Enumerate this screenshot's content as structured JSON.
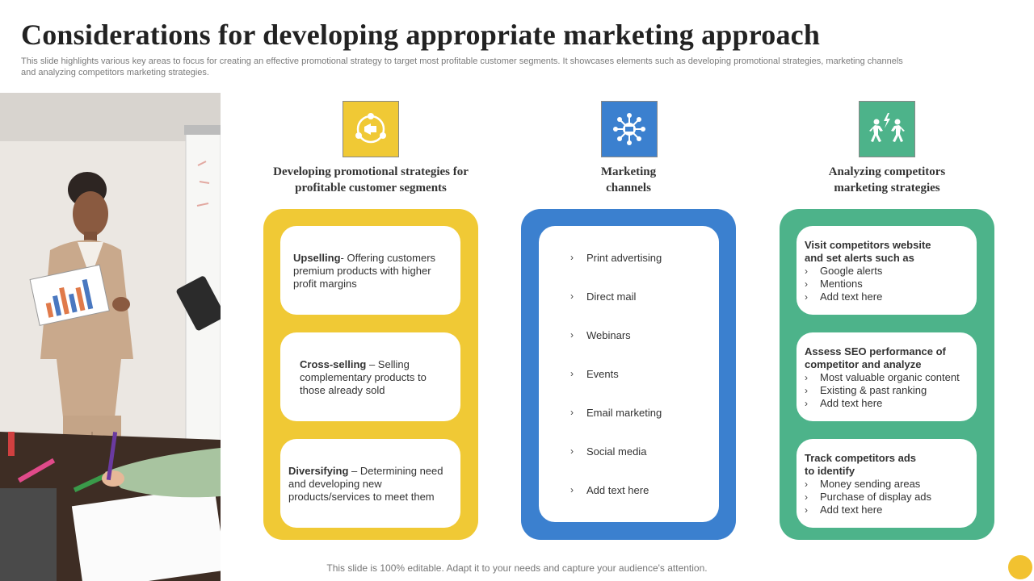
{
  "header": {
    "title": "Considerations for developing appropriate marketing approach",
    "subtitle": "This slide highlights various key areas to focus for creating an effective promotional strategy to target most profitable customer segments. It showcases elements such as developing promotional strategies, marketing channels and analyzing competitors marketing strategies."
  },
  "columns": {
    "promo": {
      "heading_line1": "Developing promotional  strategies for",
      "heading_line2": "profitable  customer  segments",
      "icon": "megaphone-cycle-icon",
      "color": "#f0c935",
      "cards": [
        {
          "bold": "Upselling",
          "text": "- Offering customers premium products with higher profit margins"
        },
        {
          "bold": "Cross-selling ",
          "text": " – Selling complementary products to those already sold"
        },
        {
          "bold": "Diversifying ",
          "text": "– Determining need and developing  new products/services  to meet them"
        }
      ]
    },
    "channels": {
      "heading_line1": "Marketing",
      "heading_line2": "channels",
      "icon": "network-hub-icon",
      "color": "#3b80cf",
      "items": [
        "Print advertising",
        "Direct mail",
        "Webinars",
        "Events",
        "Email marketing",
        "Social media",
        "Add text here"
      ]
    },
    "competitors": {
      "heading_line1": "Analyzing  competitors",
      "heading_line2": "marketing  strategies",
      "icon": "competitors-conflict-icon",
      "color": "#4db38a",
      "cards": [
        {
          "title_line1": "Visit competitors website",
          "title_line2": "and set alerts such  as",
          "bullets": [
            "Google alerts",
            "Mentions",
            "Add text here"
          ]
        },
        {
          "title_line1": "Assess  SEO performance of",
          "title_line2": "competitor and analyze",
          "bullets": [
            "Most valuable  organic content",
            "Existing & past ranking",
            "Add text here"
          ]
        },
        {
          "title_line1": "Track competitors ads",
          "title_line2": "to identify",
          "bullets": [
            "Money sending areas",
            "Purchase of display ads",
            "Add text here"
          ]
        }
      ]
    }
  },
  "bullet_glyph": "›",
  "footer": "This slide is 100% editable. Adapt it to your needs and capture your audience's attention.",
  "accent_dot_color": "#f2c230"
}
